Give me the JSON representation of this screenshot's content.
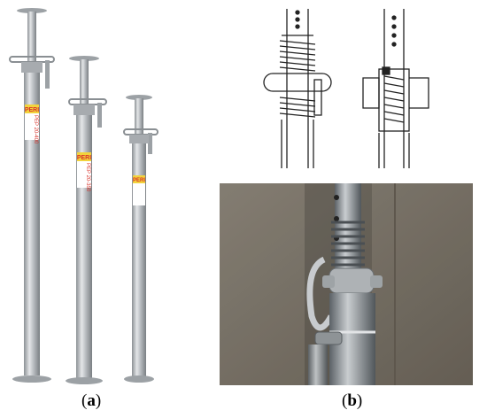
{
  "figure": {
    "caption_a": {
      "open": "(",
      "letter": "a",
      "close": ")"
    },
    "caption_b": {
      "open": "(",
      "letter": "b",
      "close": ")"
    }
  },
  "props": [
    {
      "brand": "PERI",
      "model": "PEP 20-400"
    },
    {
      "brand": "PERI",
      "model": "PEP 20-350"
    },
    {
      "brand": "PERI",
      "model": ""
    }
  ],
  "colors": {
    "steel": "#b8bcc0",
    "steel_dark": "#7f8488",
    "label_yellow": "#f2d33c",
    "label_red": "#d8322a",
    "wall": "#8a8378",
    "wall_dark": "#5e574d"
  }
}
